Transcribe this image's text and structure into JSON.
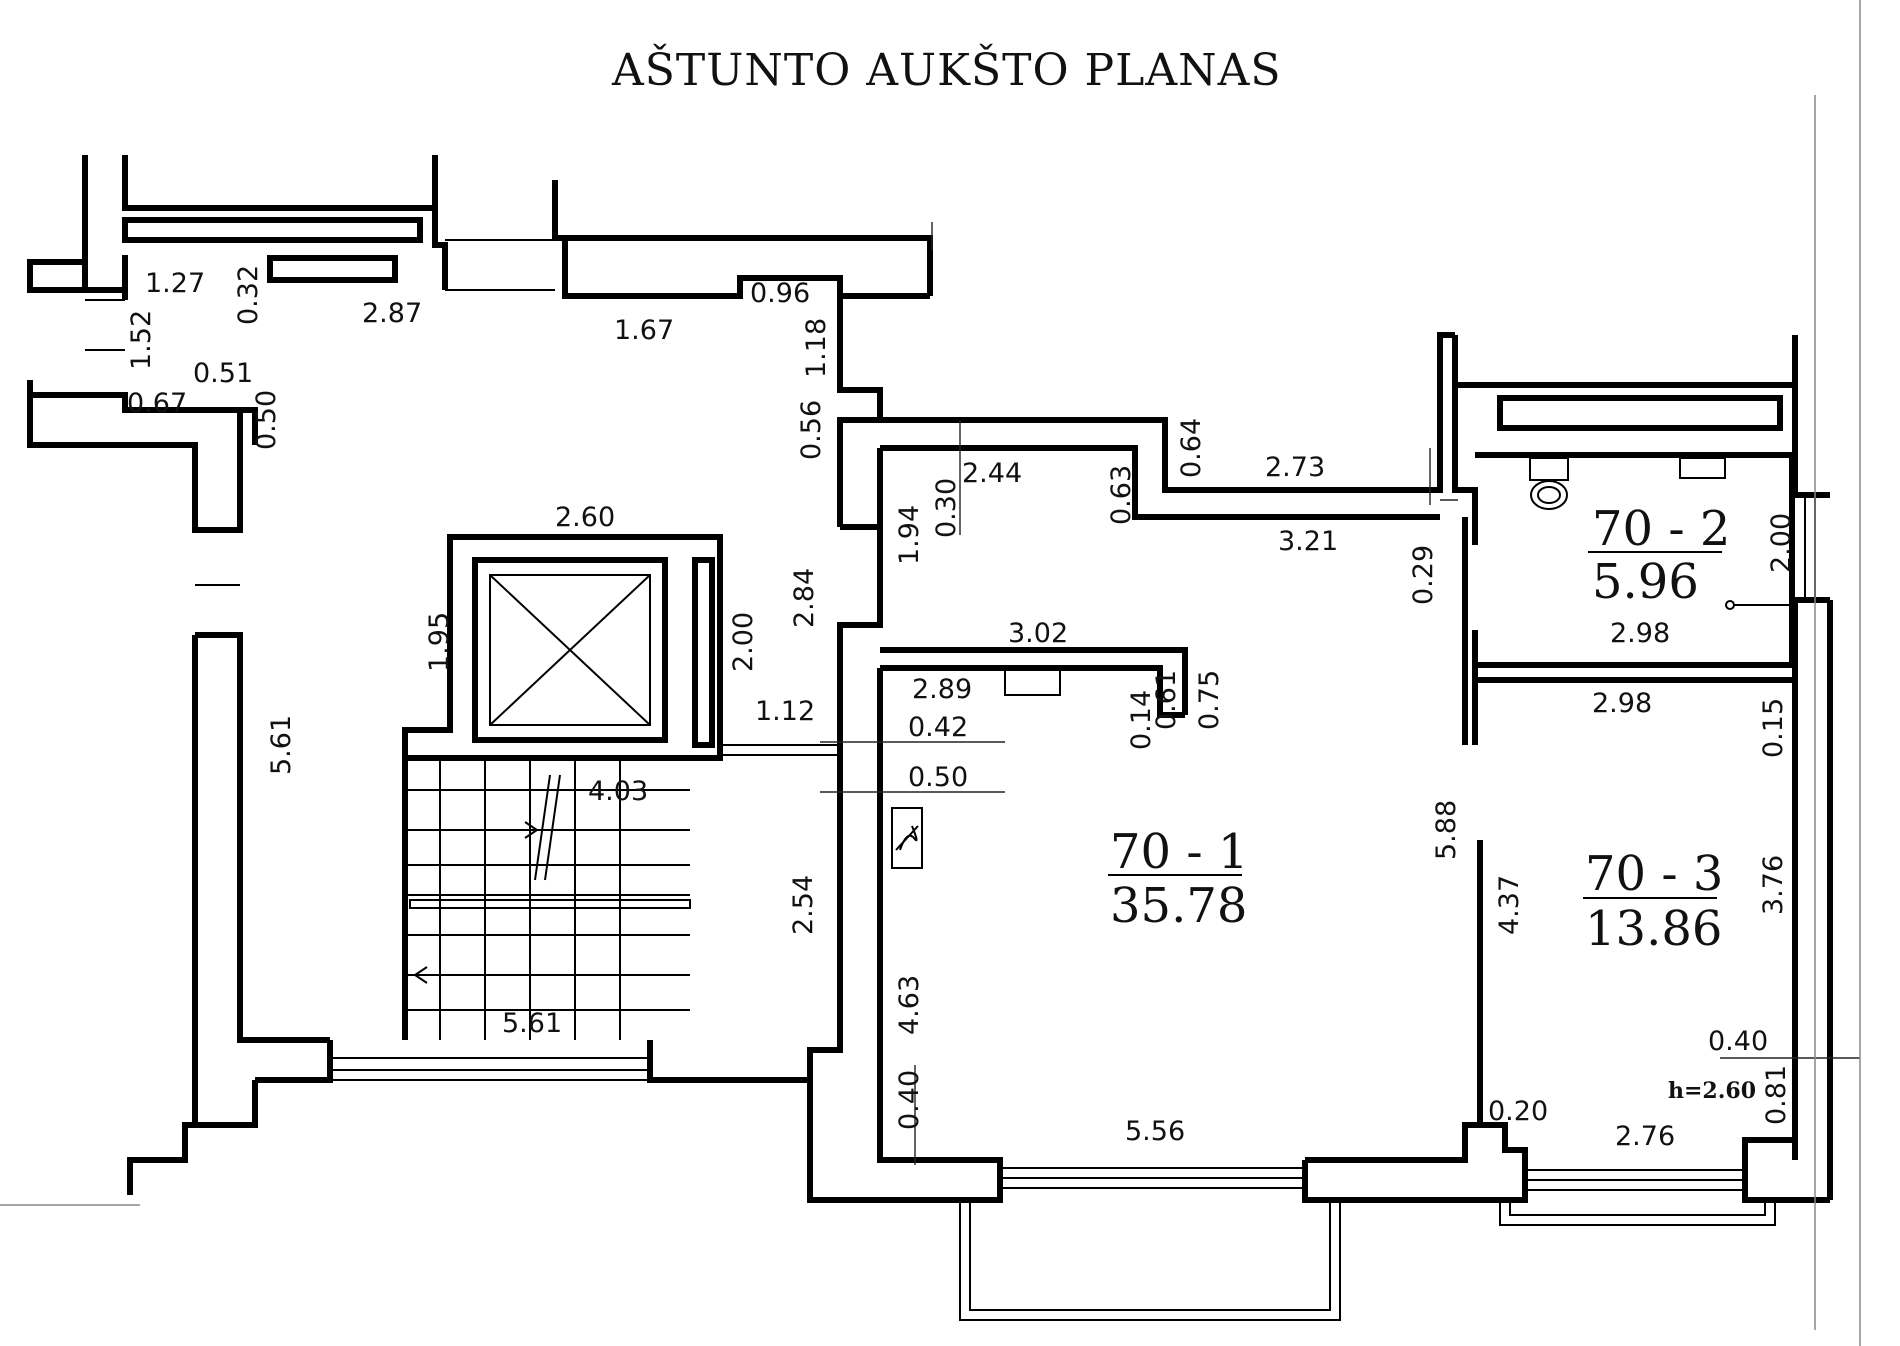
{
  "title": "AŠTUNTO AUKŠTO PLANAS",
  "rooms": [
    {
      "id": "70 - 1",
      "area": "35.78"
    },
    {
      "id": "70 - 2",
      "area": "5.96"
    },
    {
      "id": "70 - 3",
      "area": "13.86"
    }
  ],
  "height_note": "h=2.60",
  "dimensions": {
    "d_1_27": "1.27",
    "d_0_32": "0.32",
    "d_2_87": "2.87",
    "d_1_52": "1.52",
    "d_0_51": "0.51",
    "d_0_67": "0.67",
    "d_0_50_a": "0.50",
    "d_1_67": "1.67",
    "d_0_96": "0.96",
    "d_1_18": "1.18",
    "d_0_56": "0.56",
    "d_0_64": "0.64",
    "d_2_73": "2.73",
    "d_2_44": "2.44",
    "d_0_30": "0.30",
    "d_0_63": "0.63",
    "d_3_21": "3.21",
    "d_0_29": "0.29",
    "d_1_94": "1.94",
    "d_2_84": "2.84",
    "d_2_60": "2.60",
    "d_1_95": "1.95",
    "d_2_00_a": "2.00",
    "d_3_02": "3.02",
    "d_2_89": "2.89",
    "d_0_14": "0.14",
    "d_0_61": "0.61",
    "d_0_75": "0.75",
    "d_1_12": "1.12",
    "d_0_42": "0.42",
    "d_0_50_b": "0.50",
    "d_4_03": "4.03",
    "d_5_61_a": "5.61",
    "d_2_54": "2.54",
    "d_5_88": "5.88",
    "d_4_63": "4.63",
    "d_0_40_a": "0.40",
    "d_5_56": "5.56",
    "d_5_61_b": "5.61",
    "d_2_00_b": "2.00",
    "d_2_98_a": "2.98",
    "d_2_98_b": "2.98",
    "d_0_15": "0.15",
    "d_4_37": "4.37",
    "d_3_76": "3.76",
    "d_0_40_b": "0.40",
    "d_0_81": "0.81",
    "d_0_20": "0.20",
    "d_2_76": "2.76"
  },
  "colors": {
    "ink": "#000000",
    "paper": "#ffffff"
  }
}
